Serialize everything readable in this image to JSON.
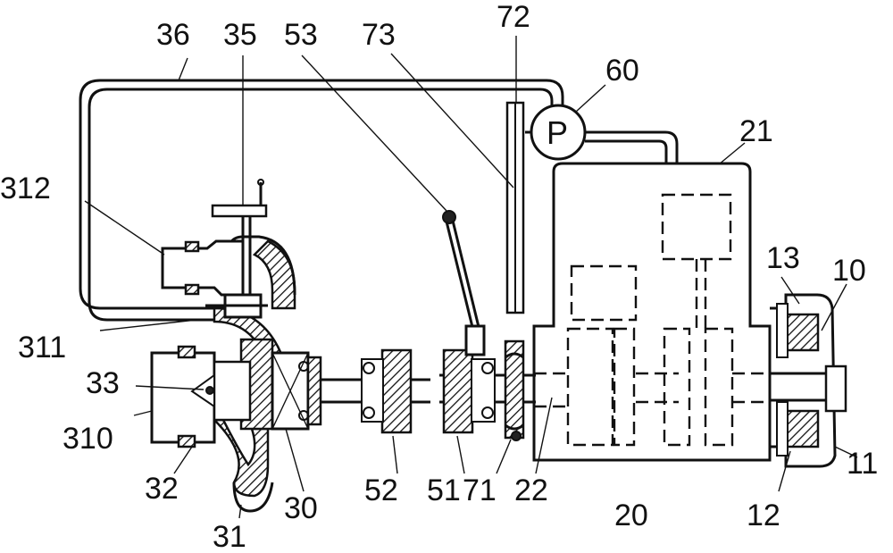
{
  "labels": {
    "l10": "10",
    "l11": "11",
    "l12": "12",
    "l13": "13",
    "l20": "20",
    "l21": "21",
    "l22": "22",
    "l30": "30",
    "l31": "31",
    "l32": "32",
    "l33": "33",
    "l35": "35",
    "l36": "36",
    "l310": "310",
    "l311": "311",
    "l312": "312",
    "l51": "51",
    "l52": "52",
    "l53": "53",
    "l60": "60",
    "l71": "71",
    "l72": "72",
    "l73": "73"
  },
  "pump_symbol": "P"
}
